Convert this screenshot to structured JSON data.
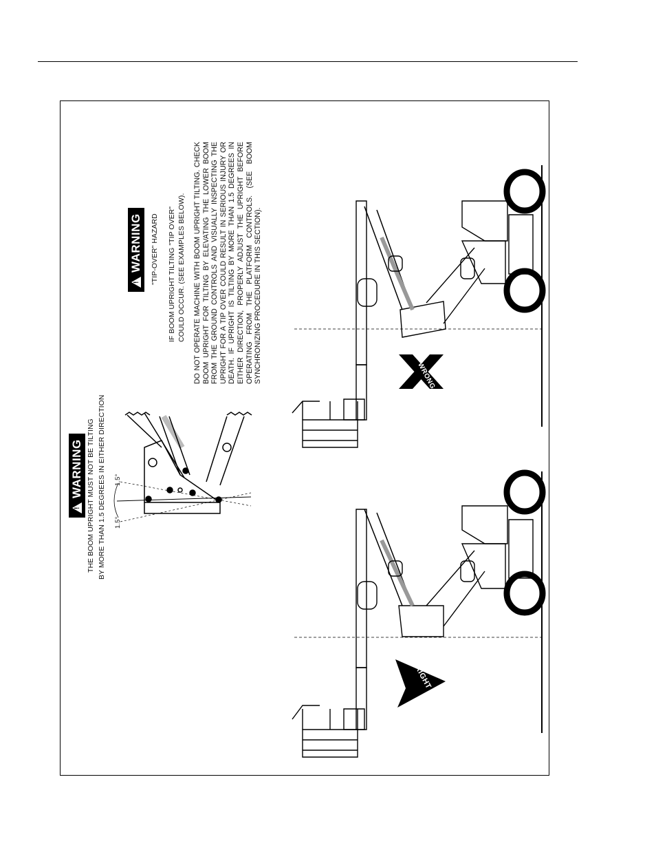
{
  "warning_badge_label": "WARNING",
  "left_warning": {
    "line1": "THE BOOM UPRIGHT MUST NOT BE TILTING",
    "line2": "BY MORE THAN 1.5 DEGREES IN EITHER DIRECTION",
    "angle_left": "1.5°",
    "angle_right": "1.5°"
  },
  "right_warning": {
    "hazard_title": "\"TIP-OVER\" HAZARD",
    "intro_line1": "IF BOOM UPRIGHT TILTING \"TIP OVER\"",
    "intro_line2": "COULD OCCUR. (SEE EXAMPLES BELOW).",
    "body": "DO NOT OPERATE MACHINE WITH BOOM UPRIGHT TILTING. CHECK BOOM UPRIGHT FOR TILTING BY ELEVATING THE LOWER BOOM FROM THE GROUND CONTROLS AND VISUALLY INSPECTING THE UPRIGHT FOR A TIP OVER COULD RESULT IN SERIOUS INJURY OR DEATH. IF UPRIGHT IS TILTING BY MORE THAN 1.5 DEGREES IN EITHER DIRECTION, PROPERLY ADJUST THE UPRIGHT BEFORE OPERATING FROM THE PLATFORM CONTROLS. (SEE BOOM SYNCHRONIZING PROCEDURE IN THIS SECTION)."
  },
  "labels": {
    "right": "RIGHT",
    "wrong": "WRONG"
  }
}
